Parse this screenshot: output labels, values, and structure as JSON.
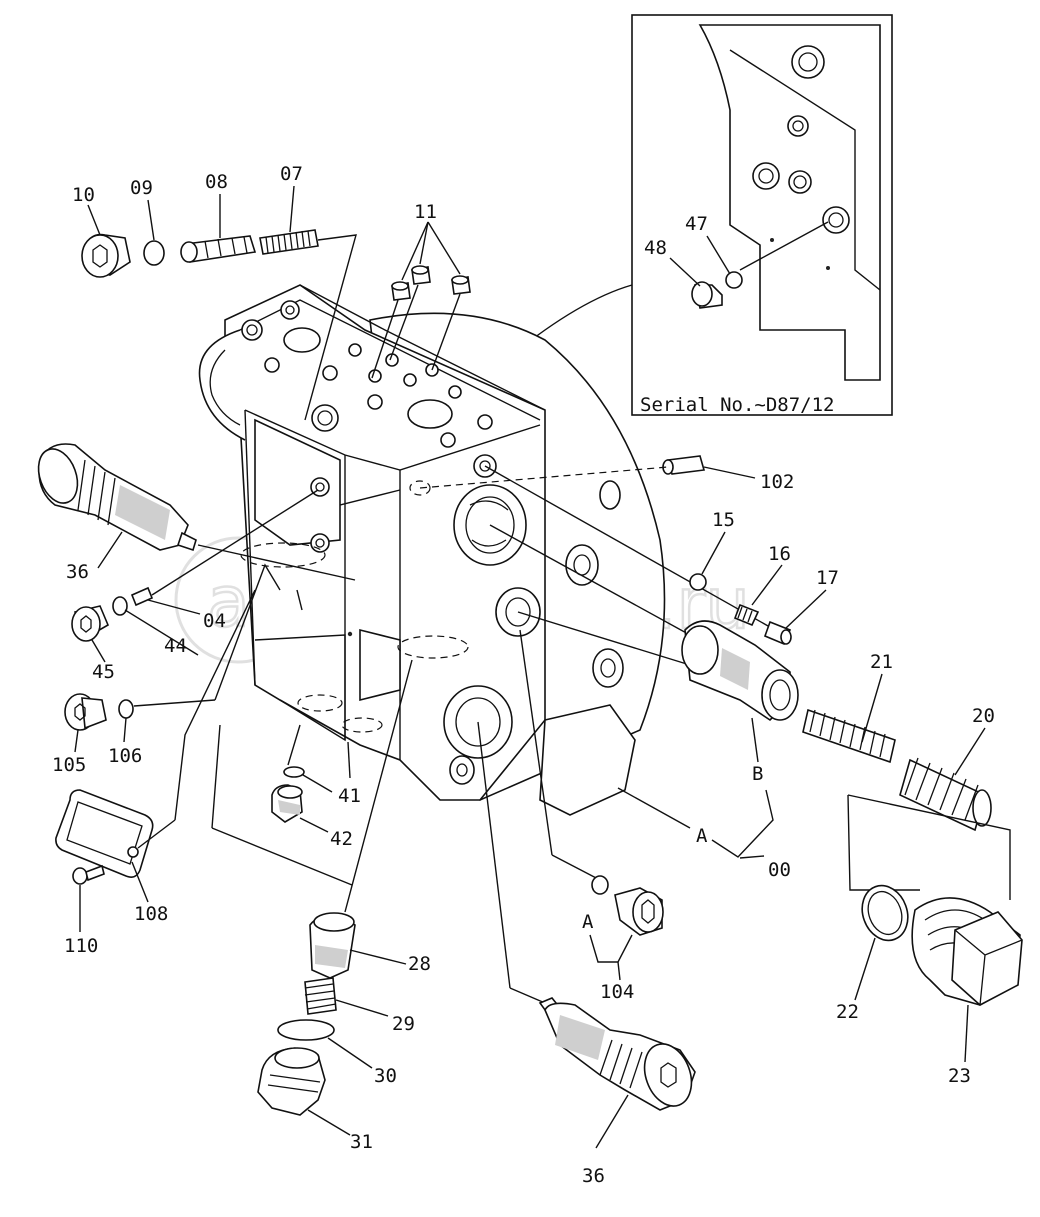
{
  "watermark": "autopiter.ru",
  "inset": {
    "caption": "Serial No.~D87/12"
  },
  "callouts": {
    "c10": "10",
    "c09": "09",
    "c08": "08",
    "c07": "07",
    "c11": "11",
    "c102": "102",
    "c15": "15",
    "c16": "16",
    "c17": "17",
    "c36a": "36",
    "c04": "04",
    "c44": "44",
    "c45": "45",
    "c105": "105",
    "c106": "106",
    "c41": "41",
    "c42": "42",
    "c108": "108",
    "c110": "110",
    "c28": "28",
    "c29": "29",
    "c30": "30",
    "c31": "31",
    "c36b": "36",
    "c104": "104",
    "cA2": "A",
    "c21": "21",
    "c20": "20",
    "cB": "B",
    "cA": "A",
    "c00": "00",
    "c22": "22",
    "c23": "23",
    "c47": "47",
    "c48": "48"
  }
}
